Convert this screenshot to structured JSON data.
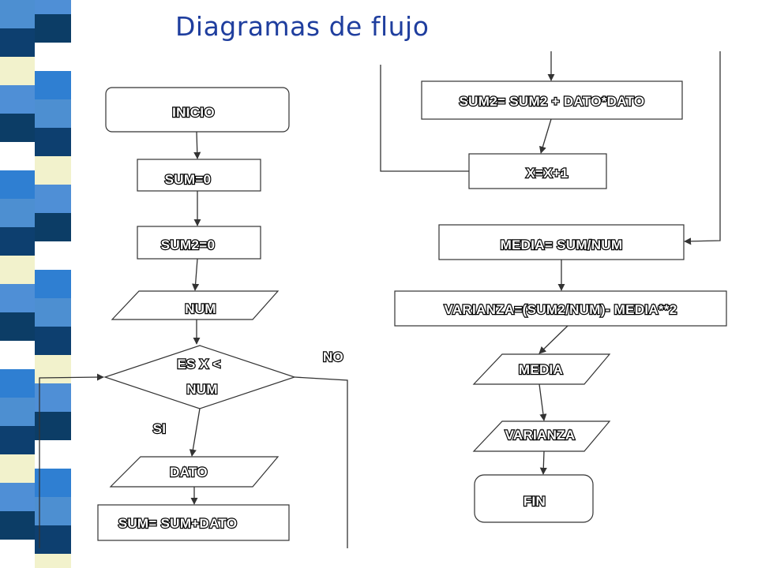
{
  "title": "Diagramas de flujo",
  "colors": {
    "stripes": [
      "#4d8fd1",
      "#0d3f6f",
      "#f2f2cc",
      "#4f8fd6",
      "#0c3d66",
      "#ffffff",
      "#2f7fd2"
    ],
    "title": "#1f3e9e",
    "outline": "#333333"
  },
  "nodes": {
    "inicio": "INICIO",
    "sum0": "SUM=0",
    "sum20": "SUM2=0",
    "num": "NUM",
    "cond_line1": "ES X <",
    "cond_line2": "NUM",
    "si": "SI",
    "no": "NO",
    "dato": "DATO",
    "sum_update": "SUM= SUM+DATO",
    "sum2_update": "SUM2= SUM2 + DATO*DATO",
    "inc": "X=X+1",
    "media_calc": "MEDIA= SUM/NUM",
    "varianza_calc": "VARIANZA=(SUM2/NUM)- MEDIA**2",
    "media_out": "MEDIA",
    "varianza_out": "VARIANZA",
    "fin": "FIN"
  }
}
